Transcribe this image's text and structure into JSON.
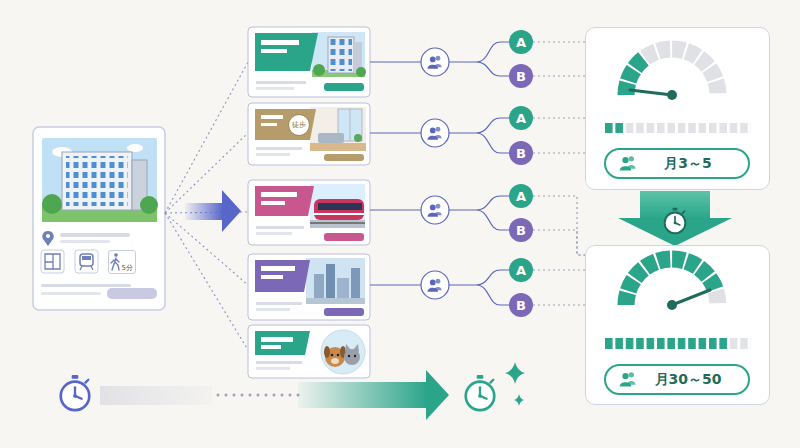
{
  "diagram": {
    "nodes": [
      {
        "text": [
          "5分"
        ]
      },
      {
        "text": [
          "徒歩"
        ]
      },
      {
        "text": [
          "A"
        ]
      },
      {
        "text": [
          "B"
        ]
      },
      {
        "text": [
          "A"
        ]
      },
      {
        "text": [
          "B"
        ]
      },
      {
        "text": [
          "A"
        ]
      },
      {
        "text": [
          "B"
        ]
      },
      {
        "text": [
          "A"
        ]
      },
      {
        "text": [
          "B"
        ]
      },
      {
        "text": [
          "月3～5"
        ]
      },
      {
        "text": [
          "月30～50"
        ]
      }
    ],
    "edges": [
      {
        "from": 2,
        "to": 10,
        "arrow": "none"
      },
      {
        "from": 3,
        "to": 10,
        "arrow": "none"
      },
      {
        "from": 4,
        "to": 10,
        "arrow": "none"
      },
      {
        "from": 5,
        "to": 10,
        "arrow": "none"
      },
      {
        "from": 6,
        "to": 11,
        "arrow": "none"
      },
      {
        "from": 7,
        "to": 11,
        "arrow": "none"
      },
      {
        "from": 8,
        "to": 11,
        "arrow": "none"
      },
      {
        "from": 9,
        "to": 11,
        "arrow": "none"
      }
    ]
  }
}
